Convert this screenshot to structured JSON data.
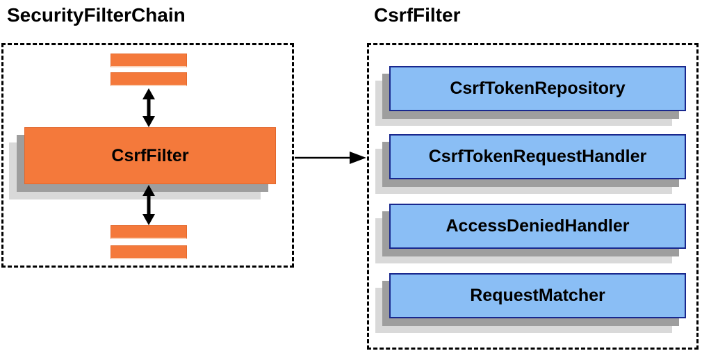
{
  "left_panel": {
    "title": "SecurityFilterChain",
    "csrf_filter_box_label": "CsrfFilter",
    "placeholder_filter_bars": {
      "above_csrf_filter": 2,
      "below_csrf_filter": 2
    }
  },
  "right_panel": {
    "title": "CsrfFilter",
    "components": [
      {
        "label": "CsrfTokenRepository"
      },
      {
        "label": "CsrfTokenRequestHandler"
      },
      {
        "label": "AccessDeniedHandler"
      },
      {
        "label": "RequestMatcher"
      }
    ]
  },
  "arrows": [
    {
      "type": "bidirectional-vertical",
      "connects": "upper-filter-bars <-> csrf-filter-box"
    },
    {
      "type": "bidirectional-vertical",
      "connects": "csrf-filter-box <-> lower-filter-bars"
    },
    {
      "type": "right-arrow",
      "connects": "csrf-filter-box -> csrf-filter-components-panel"
    }
  ],
  "colors": {
    "filter_orange": "#F4793B",
    "orange_border": "#E2672C",
    "component_blue": "#8ABEF5",
    "component_border_blue": "#19288E",
    "shadow_dark": "#9E9E9E",
    "shadow_light": "#D9D9D9",
    "arrow_black": "#000000",
    "dashed_border": "#000000"
  }
}
